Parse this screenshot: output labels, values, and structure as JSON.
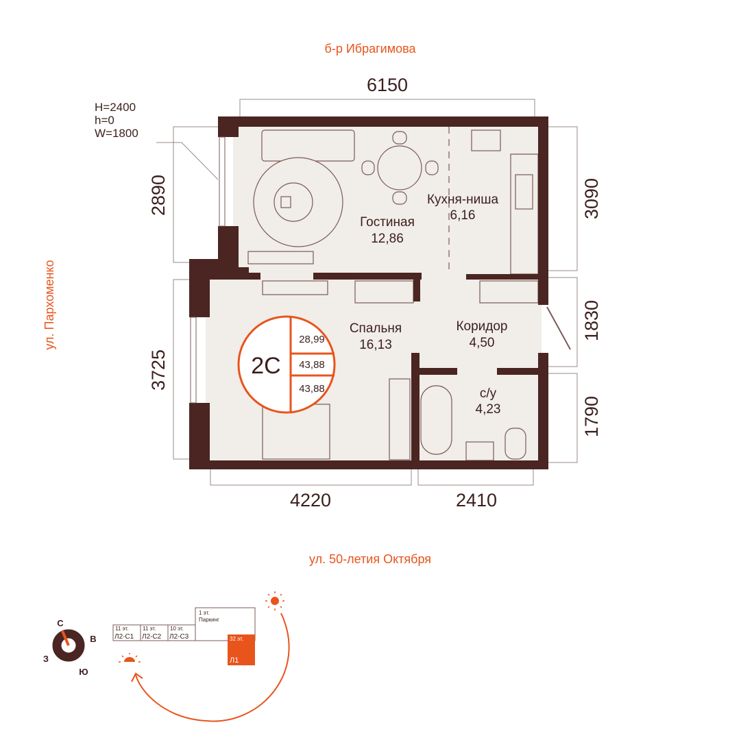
{
  "streets": {
    "north": "б-р Ибрагимова",
    "south": "ул. 50-летия Октября",
    "west": "ул. Пархоменко"
  },
  "window_spec": {
    "h_total": "H=2400",
    "h": "h=0",
    "w": "W=1800"
  },
  "dimensions": {
    "top": "6150",
    "left_upper": "2890",
    "left_lower": "3725",
    "right_upper": "3090",
    "right_mid": "1830",
    "right_lower": "1790",
    "bottom_left": "4220",
    "bottom_right": "2410"
  },
  "rooms": [
    {
      "name": "Гостиная",
      "area": "12,86"
    },
    {
      "name": "Кухня-ниша",
      "area": "6,16"
    },
    {
      "name": "Спальня",
      "area": "16,13"
    },
    {
      "name": "Коридор",
      "area": "4,50"
    },
    {
      "name": "с/у",
      "area": "4,23"
    }
  ],
  "badge": {
    "type": "2С",
    "areas": [
      "28,99",
      "43,88",
      "43,88"
    ]
  },
  "compass": {
    "n": "С",
    "e": "В",
    "s": "Ю",
    "w": "З"
  },
  "site": {
    "blocks": [
      {
        "floors": "11 эт.",
        "name": "Л2-С1"
      },
      {
        "floors": "11 эт.",
        "name": "Л2-С2"
      },
      {
        "floors": "10 эт.",
        "name": "Л2-С3"
      },
      {
        "floors": "1 эт.",
        "name": "Паркинг"
      },
      {
        "floors": "32 эт.",
        "name": "Л1"
      }
    ]
  },
  "colors": {
    "wall": "#4a2522",
    "accent": "#e8541c",
    "floor": "#f1ede8"
  }
}
